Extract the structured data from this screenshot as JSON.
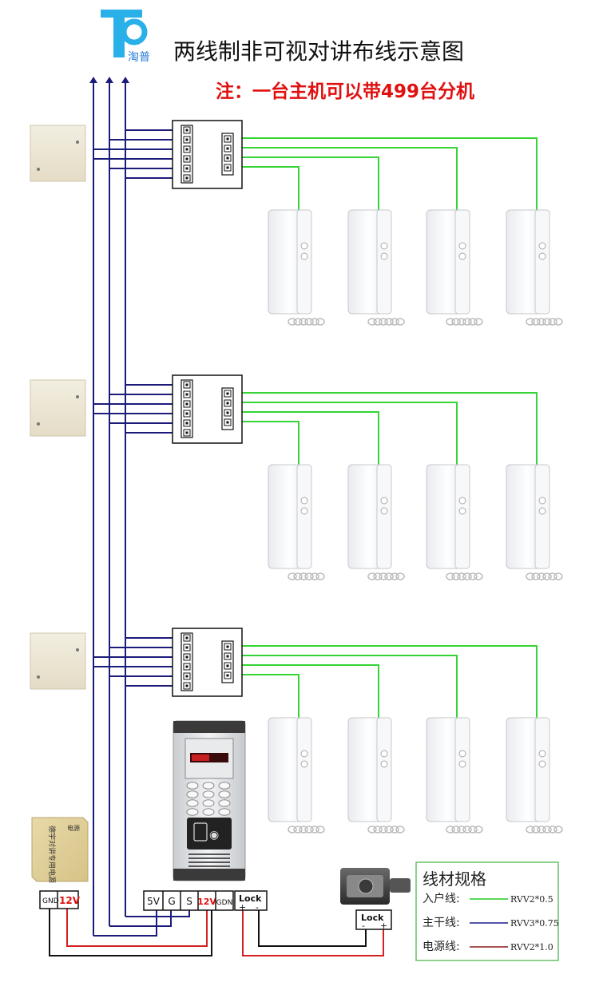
{
  "logo": {
    "glyph": "T",
    "text": "淘普"
  },
  "title": "两线制非可视对讲布线示意图",
  "note": "注：一台主机可以带499台分机",
  "power_supply": {
    "label_lines": [
      "德宇对讲专用电源",
      "电源"
    ],
    "terminals": [
      "GND",
      "12V"
    ]
  },
  "main_unit": {
    "terminals": [
      "5V",
      "G",
      "S",
      "12V",
      "GDN"
    ],
    "lock_terminal": {
      "label": "Lock",
      "pins": [
        "+",
        "-"
      ]
    }
  },
  "lock": {
    "label": "Lock",
    "pins": [
      "-",
      "+"
    ]
  },
  "legend": {
    "title": "线材规格",
    "items": [
      {
        "label": "入户线:",
        "spec": "RVV2*0.5",
        "color": "#22cc22"
      },
      {
        "label": "主干线:",
        "spec": "RVV3*0.75",
        "color": "#1a1a8c"
      },
      {
        "label": "电源线:",
        "spec": "RVV2*1.0",
        "color": "#8b1a1a"
      }
    ]
  },
  "colors": {
    "green": "#33d433",
    "navy": "#1b1b7a",
    "red": "#d42020",
    "black": "#111111",
    "title_red": "#e01010"
  }
}
